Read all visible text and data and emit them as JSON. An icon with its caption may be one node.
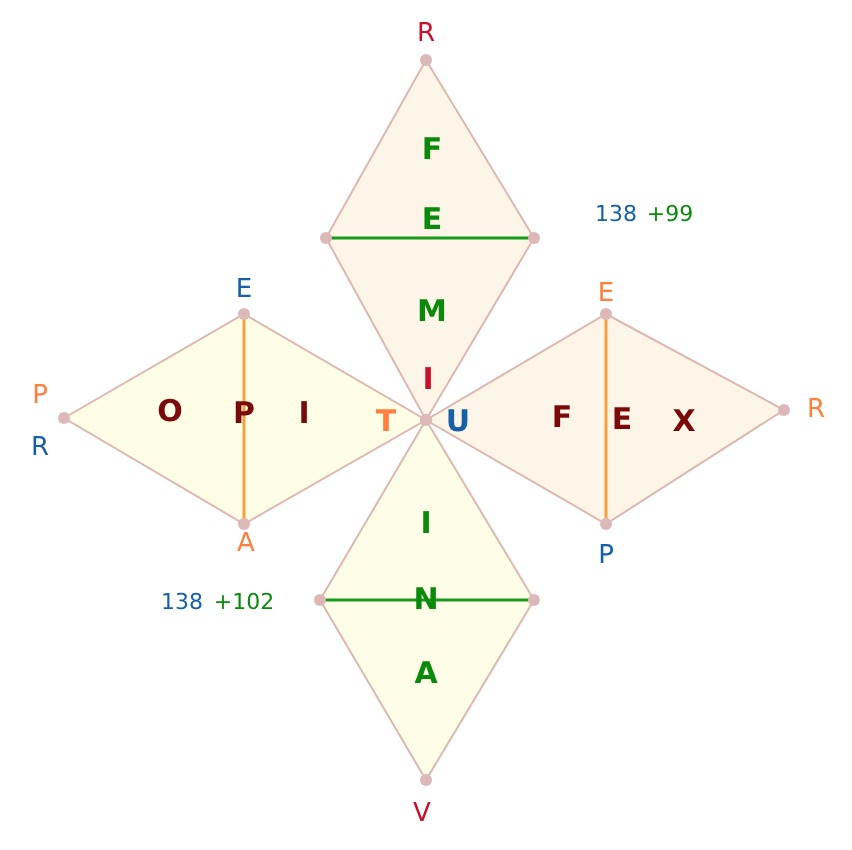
{
  "diagram": {
    "nodes": [
      {
        "text": [
          "F",
          "E",
          "M",
          "I"
        ],
        "beside": [
          "R"
        ]
      },
      {
        "text": [
          "O",
          "P",
          "I",
          "T"
        ],
        "beside": [
          "E",
          "P",
          "R",
          "A"
        ]
      },
      {
        "text": [
          "U",
          "F",
          "E",
          "X"
        ],
        "beside": [
          "E",
          "R",
          "P"
        ]
      },
      {
        "text": [
          "I",
          "N",
          "A"
        ],
        "beside": [
          "V"
        ]
      }
    ],
    "labels": [
      "138",
      "+99",
      "138",
      "+102"
    ]
  }
}
